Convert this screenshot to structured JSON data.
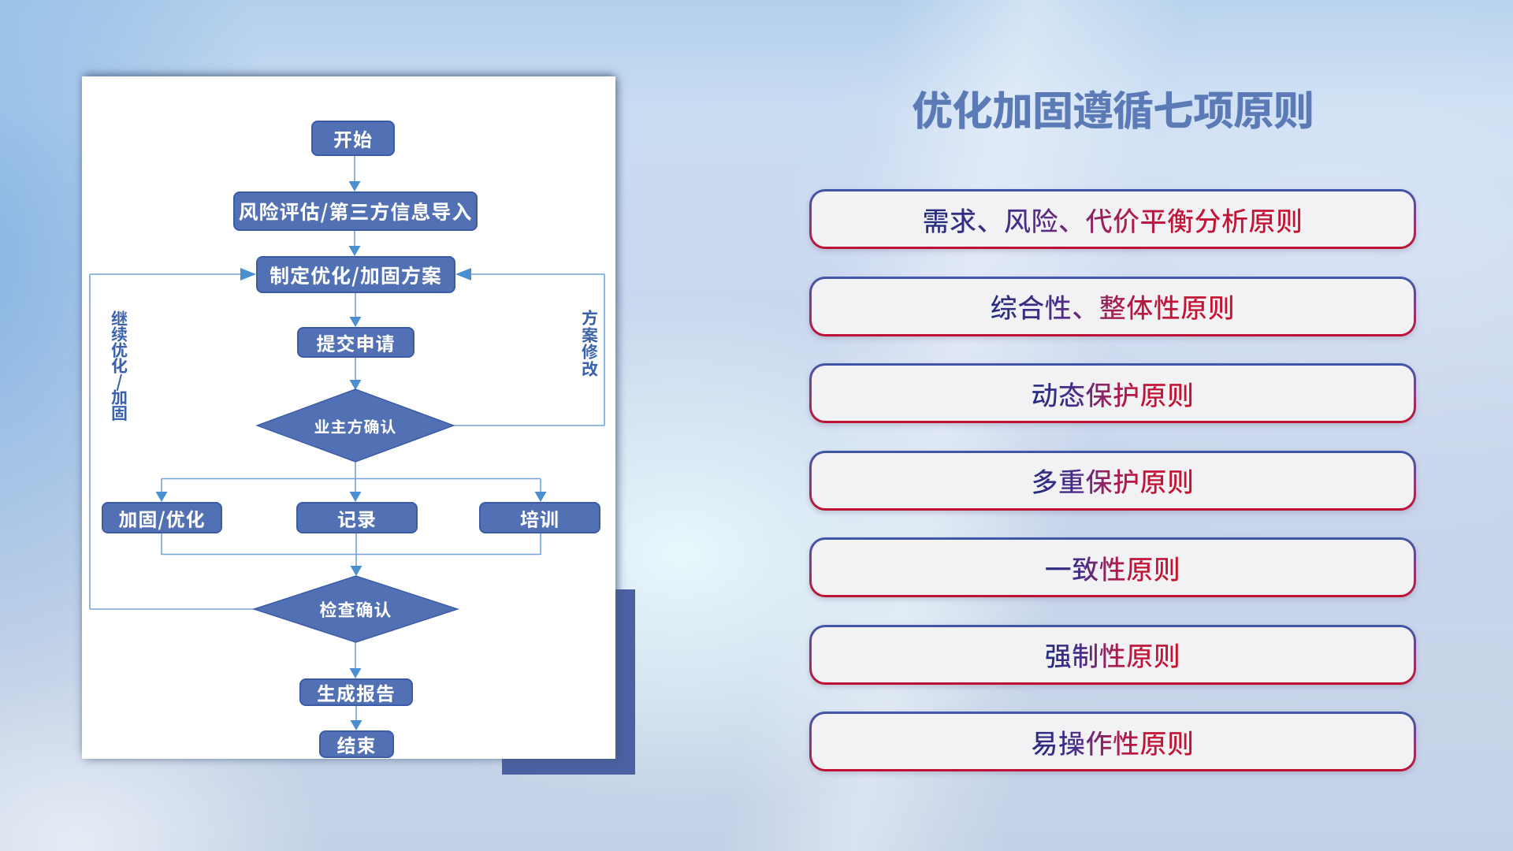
{
  "slide_title": "优化加固遵循七项原则",
  "flowchart": {
    "nodes": {
      "start": "开始",
      "risk_import": "风险评估/第三方信息导入",
      "make_plan": "制定优化/加固方案",
      "submit": "提交申请",
      "owner_confirm": "业主方确认",
      "reinforce": "加固/优化",
      "record": "记录",
      "training": "培训",
      "check_confirm": "检查确认",
      "report": "生成报告",
      "end": "结束"
    },
    "loop_labels": {
      "continue": "继续优化/加固",
      "revise": "方案修改"
    }
  },
  "principles": [
    "需求、风险、代价平衡分析原则",
    "综合性、整体性原则",
    "动态保护原则",
    "多重保护原则",
    "一致性原则",
    "强制性原则",
    "易操作性原则"
  ],
  "colors": {
    "node_fill": "#5271b4",
    "node_border": "#3b5ba9",
    "connector": "#73a4d9",
    "arrowhead": "#4a8fd0",
    "title": "#5b7ab6",
    "principle_border_top": "#3e57a8",
    "principle_border_bottom": "#c01030",
    "principle_text_start": "#222f82",
    "principle_text_end": "#c5122e",
    "accent_rect": "#4c61a4"
  }
}
